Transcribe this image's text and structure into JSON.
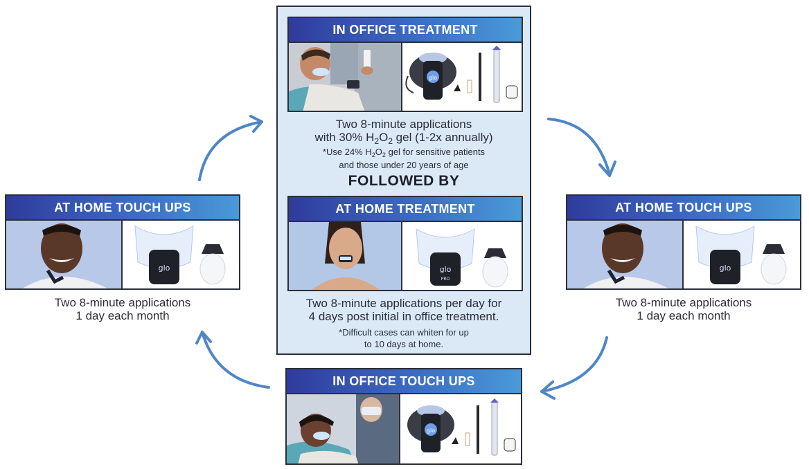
{
  "center": {
    "office_treatment": {
      "title": "IN OFFICE TREATMENT",
      "line1": "Two 8-minute applications",
      "line2_pre": "with 30% H",
      "line2_sub1": "2",
      "line2_mid": "O",
      "line2_sub2": "2",
      "line2_post": " gel (1-2x annually)",
      "note1_pre": "*Use 24% H",
      "note1_sub1": "2",
      "note1_mid": "O",
      "note1_sub2": "2",
      "note1_post": " gel for sensitive patients",
      "note2": "and those under 20 years of age"
    },
    "followed_by": "FOLLOWED BY",
    "home_treatment": {
      "title": "AT HOME TREATMENT",
      "line1": "Two 8-minute applications per day for",
      "line2": "4 days post initial in office treatment.",
      "note1": "*Difficult cases can whiten for up",
      "note2": "to 10 days at home."
    }
  },
  "left_card": {
    "title": "AT HOME TOUCH UPS",
    "line1": "Two 8-minute applications",
    "line2": "1 day each month"
  },
  "right_card": {
    "title": "AT HOME TOUCH UPS",
    "line1": "Two 8-minute applications",
    "line2": "1 day each month"
  },
  "bottom_card": {
    "title": "IN OFFICE TOUCH UPS"
  },
  "device_logo": "glo",
  "device_logo_sub": "PRO",
  "colors": {
    "header_start": "#2f3b9c",
    "header_end": "#4a9ad8",
    "arrow": "#4f86c6",
    "center_bg": "#dbe9f6",
    "border": "#2c2f3a"
  }
}
